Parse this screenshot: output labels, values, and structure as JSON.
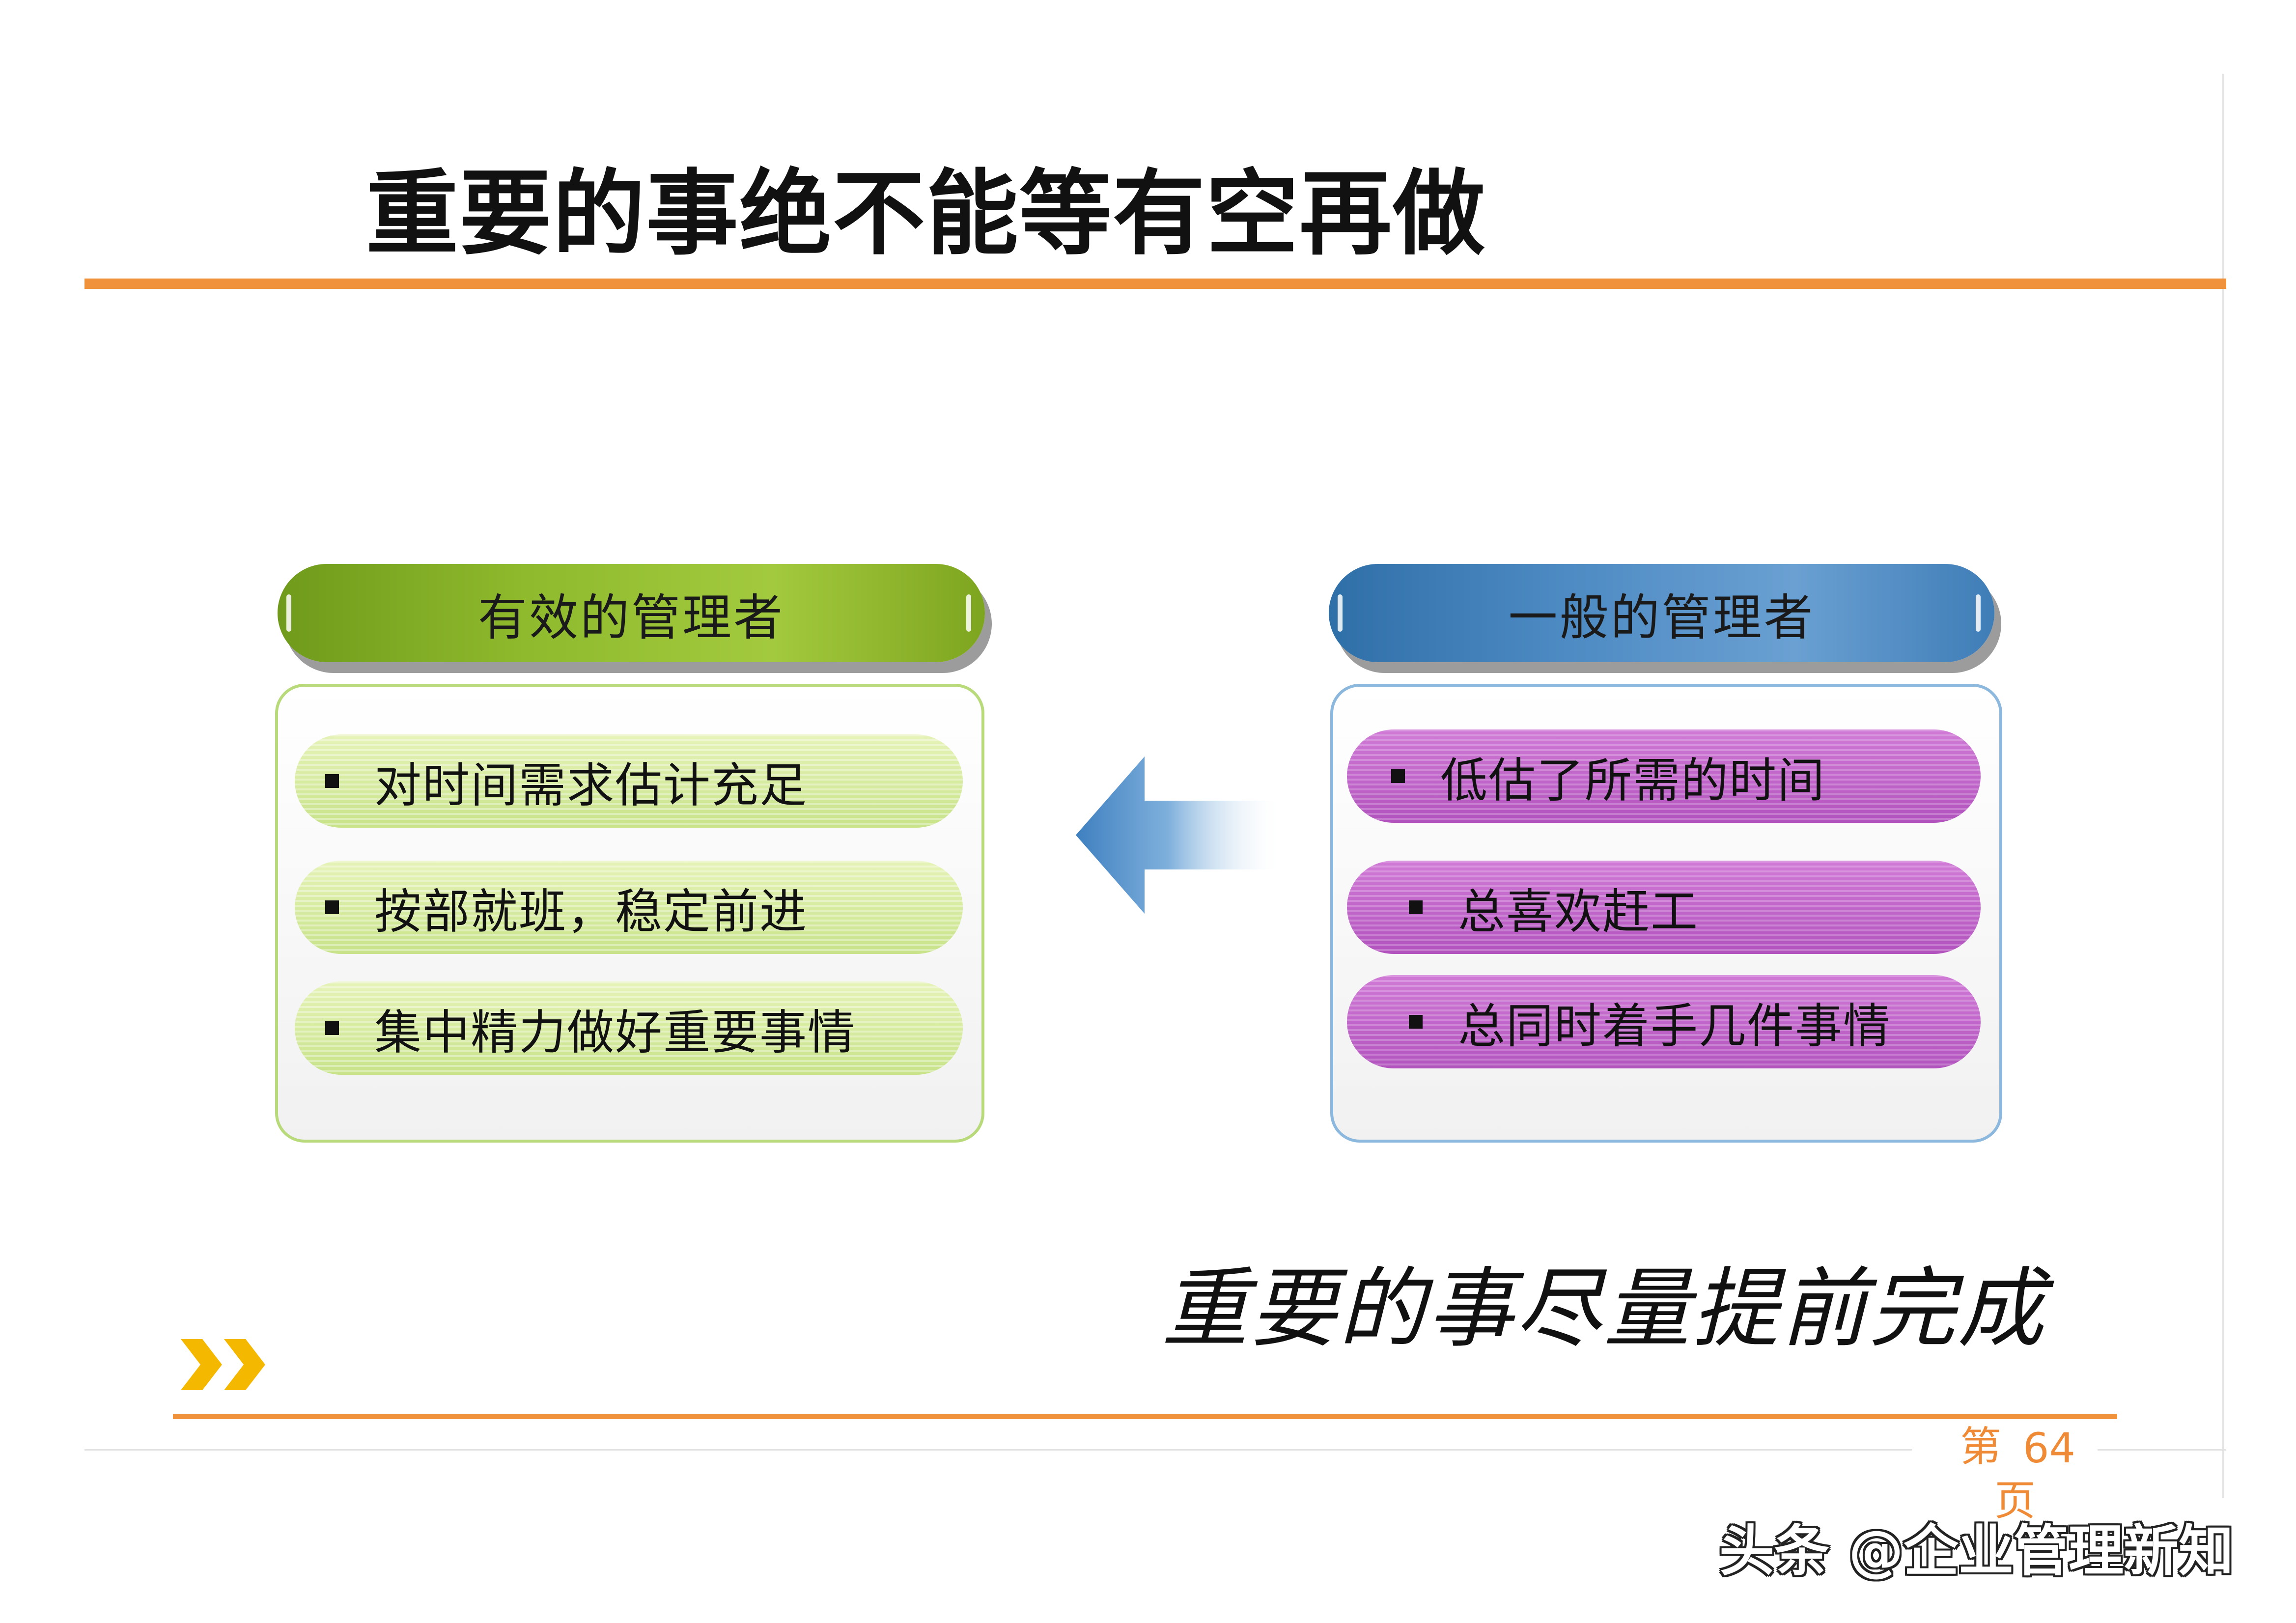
{
  "slide": {
    "title": "重要的事绝不能等有空再做",
    "slogan": "重要的事尽量提前完成"
  },
  "left_panel": {
    "header": "有效的管理者",
    "items": [
      "对时间需求估计充足",
      "按部就班，稳定前进",
      "集中精力做好重要事情"
    ]
  },
  "right_panel": {
    "header": "一般的管理者",
    "items": [
      "低估了所需的时间",
      "总喜欢赶工",
      "总同时着手几件事情"
    ]
  },
  "page_number": {
    "prefix": "第",
    "number": "64",
    "suffix": "页"
  },
  "watermark": "头条 @企业管理新知",
  "colors": {
    "accent": "#f0913c",
    "left_header": "#8fba2d",
    "right_header": "#4d8ac3",
    "left_item": "#d6ea9f",
    "right_item": "#c167ca",
    "chevron": "#f5b800",
    "arrow": "#4d8ac3"
  },
  "icons": {
    "arrow": "arrow-left-icon",
    "chevrons": "double-chevron-right-icon"
  }
}
